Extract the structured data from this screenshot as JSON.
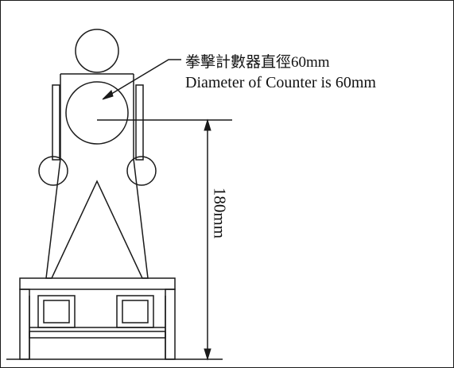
{
  "label": {
    "chinese": "拳擊計數器直徑60mm",
    "english": "Diameter of Counter is 60mm"
  },
  "dimension": {
    "height": "180mm"
  }
}
